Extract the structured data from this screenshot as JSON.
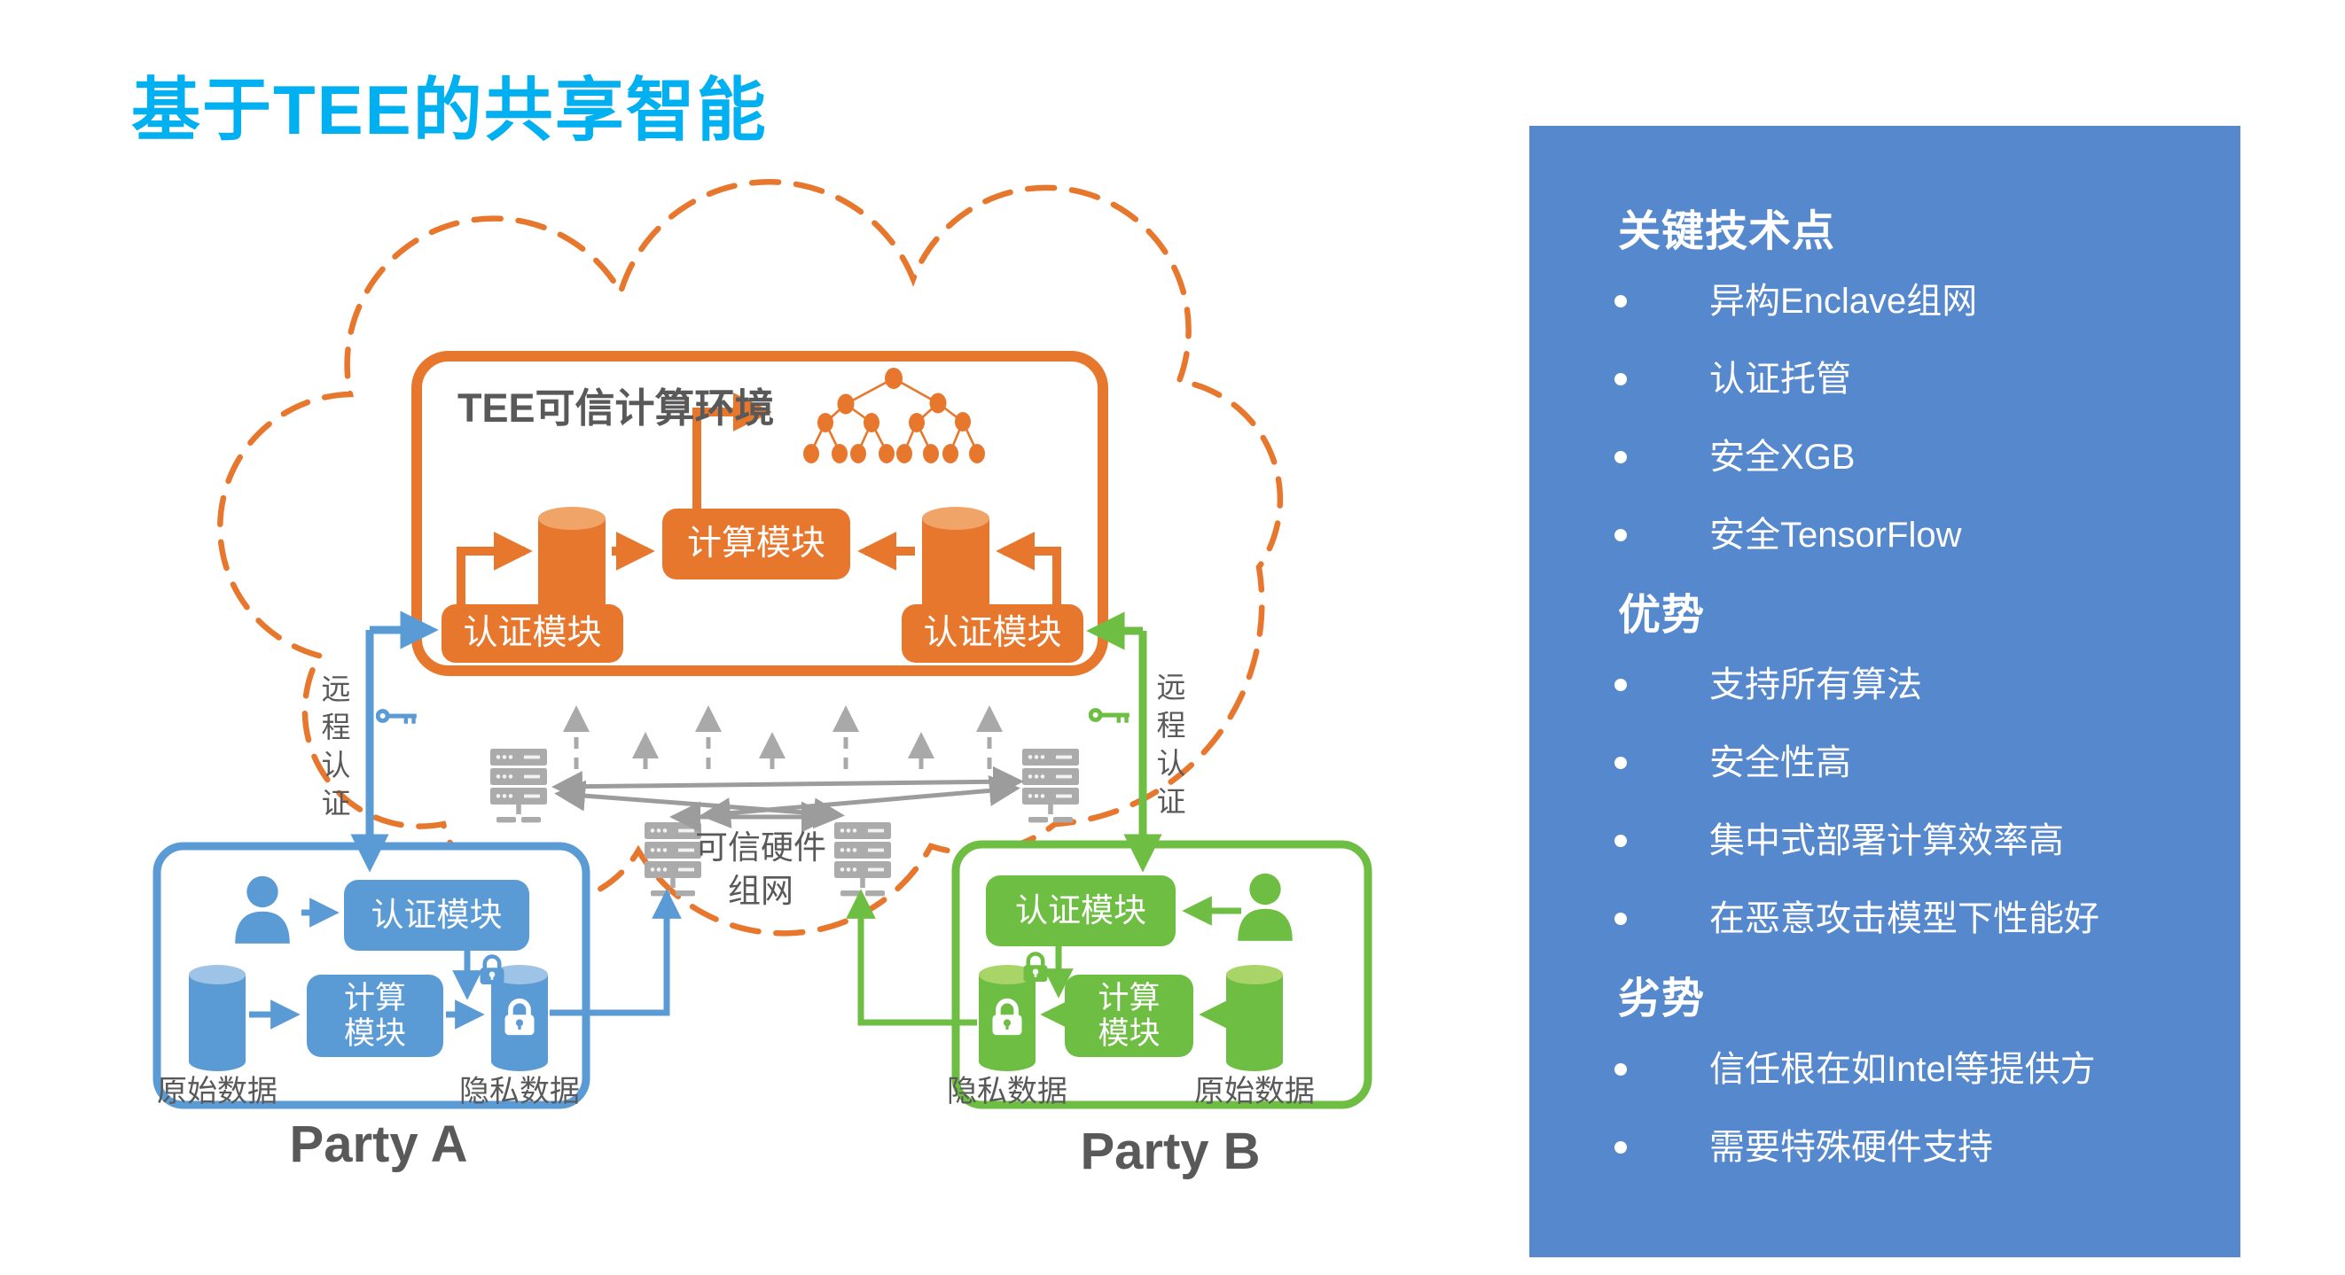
{
  "slide": {
    "title": "基于TEE的共享智能"
  },
  "colors": {
    "title": "#00B0F0",
    "orange": "#E8772E",
    "blue": "#5B9BD5",
    "green": "#6FBE44",
    "panel": "#5588CD",
    "gray": "#595959"
  },
  "diagram": {
    "tee": {
      "label": "TEE可信计算环境",
      "compute": "计算模块",
      "attest_left": "认证模块",
      "attest_right": "认证模块"
    },
    "remote_attestation_left": "远程认证",
    "remote_attestation_right": "远程认证",
    "trusted_network_label": "可信硬件\n组网",
    "party_a": {
      "name": "Party A",
      "attest": "认证模块",
      "compute": "计算\n模块",
      "raw_data": "原始数据",
      "private_data": "隐私数据"
    },
    "party_b": {
      "name": "Party B",
      "attest": "认证模块",
      "compute": "计算\n模块",
      "raw_data": "原始数据",
      "private_data": "隐私数据"
    }
  },
  "panel": {
    "sections": [
      {
        "heading": "关键技术点",
        "items": [
          "异构Enclave组网",
          "认证托管",
          "安全XGB",
          "安全TensorFlow"
        ]
      },
      {
        "heading": "优势",
        "items": [
          "支持所有算法",
          "安全性高",
          "集中式部署计算效率高",
          "在恶意攻击模型下性能好"
        ]
      },
      {
        "heading": "劣势",
        "items": [
          "信任根在如Intel等提供方",
          "需要特殊硬件支持"
        ]
      }
    ]
  }
}
